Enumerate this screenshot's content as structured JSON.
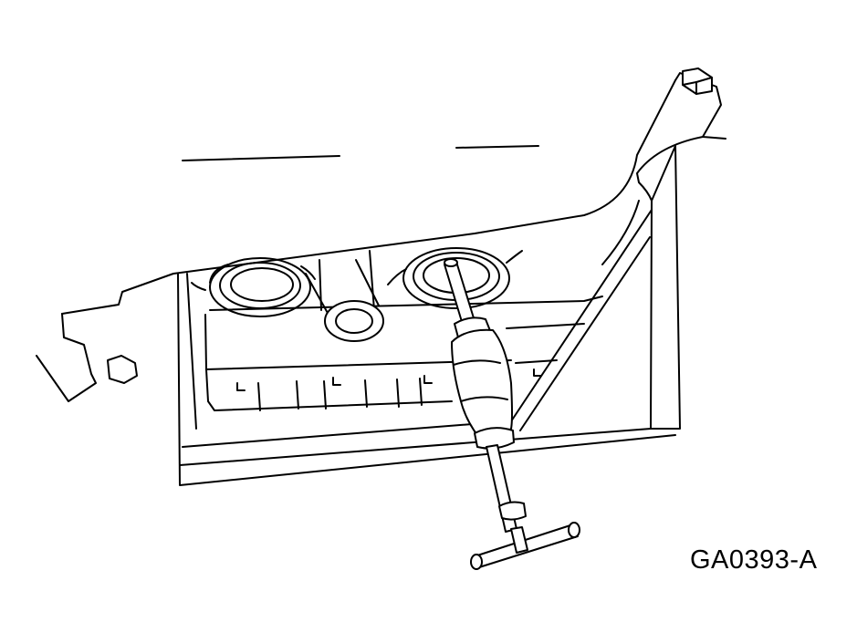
{
  "figure": {
    "code": "GA0393-A"
  },
  "parts": {
    "housing": "housing",
    "bore_left": "bore",
    "bore_right": "bore",
    "sleeve": "sleeve",
    "nut": "nut",
    "tool": "slide-hammer-puller",
    "bolt": "bolt"
  }
}
